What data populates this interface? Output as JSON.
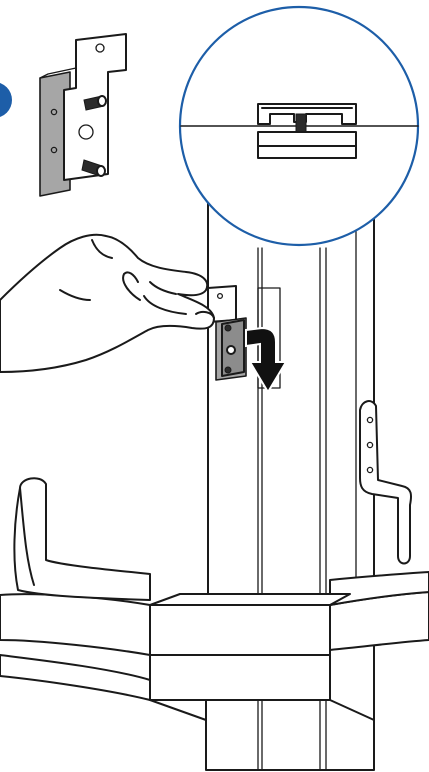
{
  "figure": {
    "step_badge_color": "#1d5ea8",
    "zoom_ring_color": "#1d5ea8",
    "line_color": "#1a1a1a",
    "bracket_fill": "#a6a6a6",
    "arrow_color": "#111111",
    "parts": [
      "mounting-bracket-detail",
      "zoom-detail-circle",
      "stand-column",
      "hand-holding-bracket",
      "down-arrow",
      "stand-base",
      "side-hook-bracket"
    ]
  }
}
